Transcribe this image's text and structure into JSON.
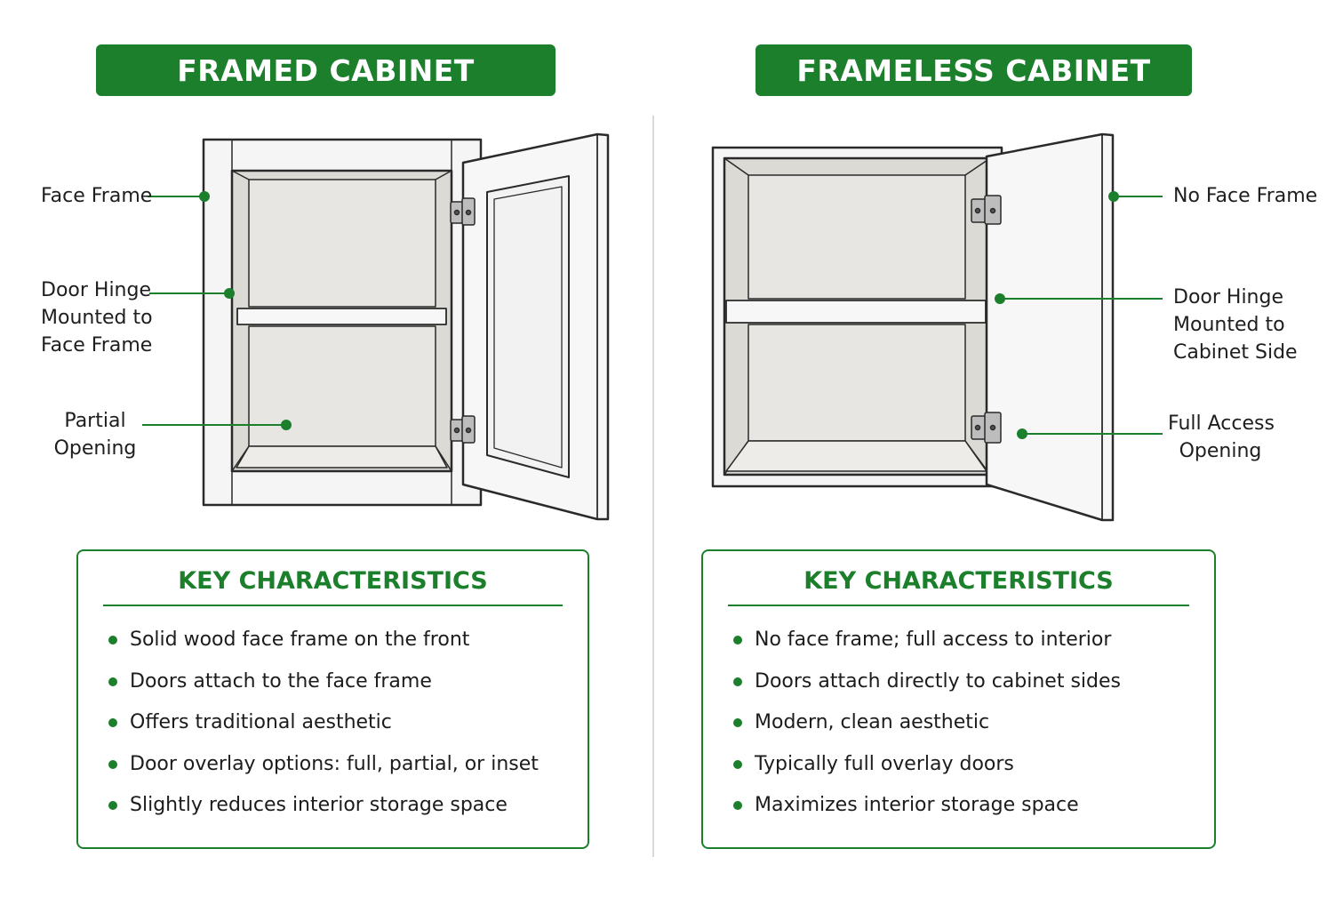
{
  "framed": {
    "title": "FRAMED CABINET",
    "labels": {
      "face_frame": "Face Frame",
      "hinge_line1": "Door Hinge",
      "hinge_line2": "Mounted to",
      "hinge_line3": "Face Frame",
      "opening_line1": "Partial",
      "opening_line2": "Opening"
    },
    "panel_title": "KEY CHARACTERISTICS",
    "bullets": [
      "Solid wood face frame on the front",
      "Doors attach to the face frame",
      "Offers traditional aesthetic",
      "Door overlay options: full, partial, or inset",
      "Slightly reduces interior storage space"
    ]
  },
  "frameless": {
    "title": "FRAMELESS CABINET",
    "labels": {
      "no_face_frame": "No Face Frame",
      "hinge_line1": "Door Hinge",
      "hinge_line2": "Mounted to",
      "hinge_line3": "Cabinet Side",
      "opening_line1": "Full Access",
      "opening_line2": "Opening"
    },
    "panel_title": "KEY CHARACTERISTICS",
    "bullets": [
      "No face frame; full access to interior",
      "Doors attach directly to cabinet sides",
      "Modern, clean aesthetic",
      "Typically full overlay doors",
      "Maximizes interior storage space"
    ]
  },
  "colors": {
    "accent_green": "#1b7f2c",
    "cabinet_fill": "#f4f4f4",
    "interior_fill": "#e6e4e0",
    "outline": "#2a2a2a"
  }
}
